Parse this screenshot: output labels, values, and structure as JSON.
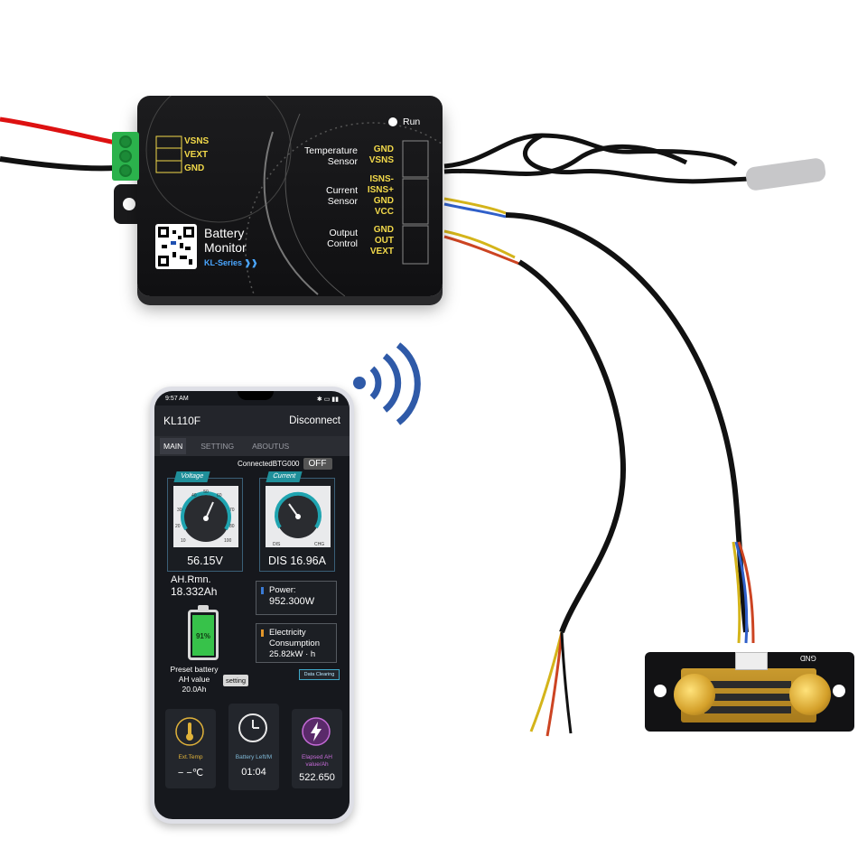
{
  "device": {
    "name_line1": "Battery",
    "name_line2": "Monitor",
    "series": "KL-Series ❱❱",
    "run_label": "Run",
    "left_pins": [
      "VSNS",
      "VEXT",
      "GND"
    ],
    "groups": [
      {
        "label_line1": "Temperature",
        "label_line2": "Sensor",
        "pins": [
          "GND",
          "VSNS"
        ]
      },
      {
        "label_line1": "Current",
        "label_line2": "Sensor",
        "pins": [
          "ISNS-",
          "ISNS+",
          "GND",
          "VCC"
        ]
      },
      {
        "label_line1": "Output",
        "label_line2": "Control",
        "pins": [
          "GND",
          "OUT",
          "VEXT"
        ]
      }
    ]
  },
  "shunt": {
    "label": "GND"
  },
  "phone": {
    "status_time": "9:57 AM",
    "app_title": "KL110F",
    "disconnect": "Disconnect",
    "tabs": [
      "MAIN",
      "SETTING",
      "ABOUTUS"
    ],
    "connected_text": "ConnectedBTG000",
    "off_label": "OFF",
    "voltage": {
      "tag": "Voltage",
      "value": "56.15V",
      "ticks": [
        "30",
        "40",
        "50",
        "60",
        "70",
        "80",
        "90",
        "100",
        "20",
        "10"
      ]
    },
    "current": {
      "tag": "Current",
      "value": "DIS 16.96A",
      "dis": "DIS",
      "chg": "CHG"
    },
    "ah_remaining": {
      "label": "AH.Rmn.",
      "value": "18.332Ah"
    },
    "battery_pct": "91%",
    "battery_level": 0.91,
    "preset": {
      "line1": "Preset battery",
      "line2": "AH value",
      "value": "20.0Ah",
      "button": "setting"
    },
    "power": {
      "label": "Power:",
      "value": "952.300W"
    },
    "energy": {
      "label_line1": "Electricity",
      "label_line2": "Consumption",
      "value": "25.82kW · h"
    },
    "data_clearing": "Data Clearing",
    "tiles": [
      {
        "label": "Ext.Temp",
        "value": "− −℃",
        "color": "#e0b23a"
      },
      {
        "label": "Battery Left/M",
        "value": "01:04",
        "color": "#7fb8d6"
      },
      {
        "label_line1": "Elapsed AH",
        "label_line2": "value/Ah",
        "value": "522.650",
        "color": "#c66bd8"
      }
    ]
  },
  "colors": {
    "accent_teal": "#1f8f9a",
    "battery_green": "#37c24a",
    "pin_yellow": "#f2d94a",
    "wifi_blue": "#2f5aa8"
  }
}
